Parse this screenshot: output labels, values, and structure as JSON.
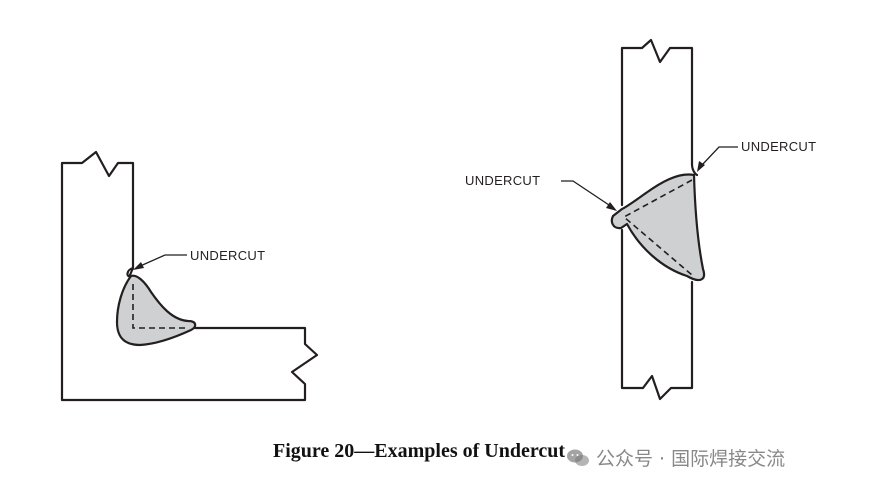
{
  "labels": {
    "left_undercut": "UNDERCUT",
    "right_upper_undercut": "UNDERCUT",
    "right_lower_undercut": "UNDERCUT"
  },
  "caption": "Figure 20—Examples of Undercut",
  "watermark": {
    "text": "公众号 · 国际焊接交流",
    "icon": "wechat-icon"
  },
  "colors": {
    "line": "#231f20",
    "weld_fill": "#cfd0d2"
  }
}
